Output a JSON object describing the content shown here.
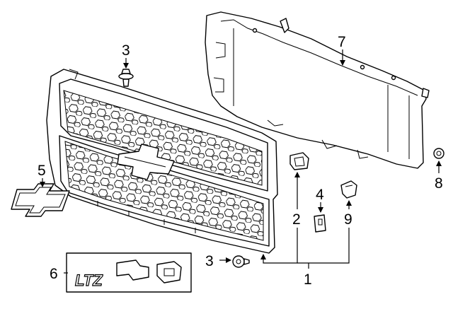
{
  "callouts": {
    "one": "1",
    "two": "2",
    "three_top": "3",
    "three_bottom": "3",
    "four": "4",
    "five": "5",
    "six": "6",
    "seven": "7",
    "eight": "8",
    "nine": "9"
  },
  "emblem_text": "LTZ"
}
